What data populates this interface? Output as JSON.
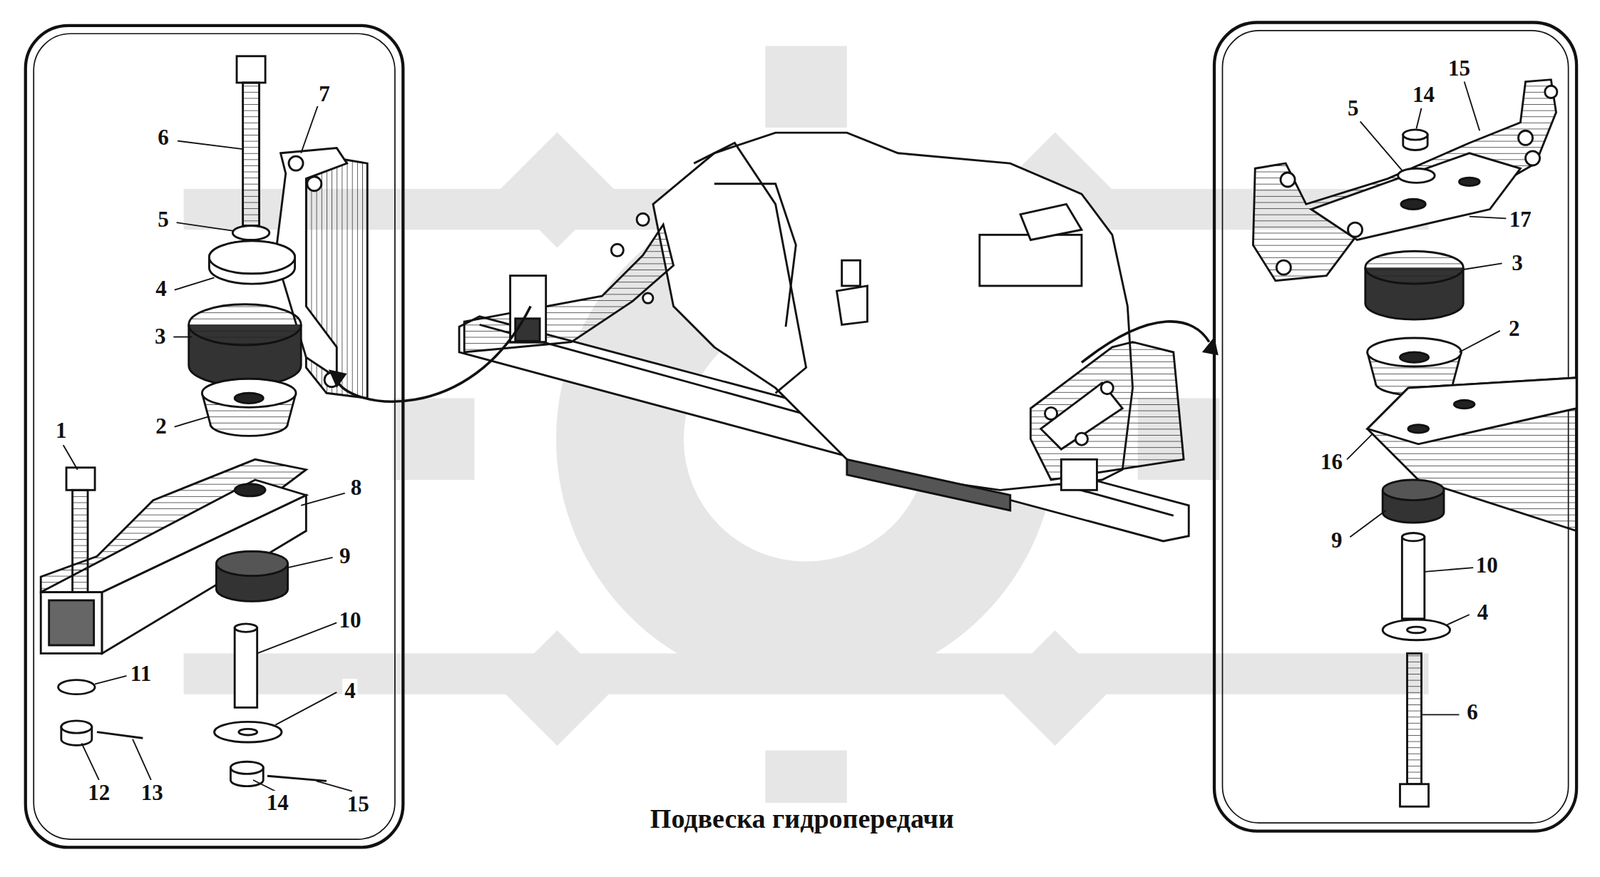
{
  "diagram": {
    "caption": "Подвеска гидропередачи",
    "labels": [
      "6",
      "7",
      "5",
      "4",
      "3",
      "2",
      "1",
      "8",
      "9",
      "10",
      "11",
      "4",
      "12",
      "13",
      "14",
      "15",
      "15",
      "14",
      "5",
      "17",
      "3",
      "2",
      "16",
      "9",
      "10",
      "4",
      "6"
    ]
  }
}
